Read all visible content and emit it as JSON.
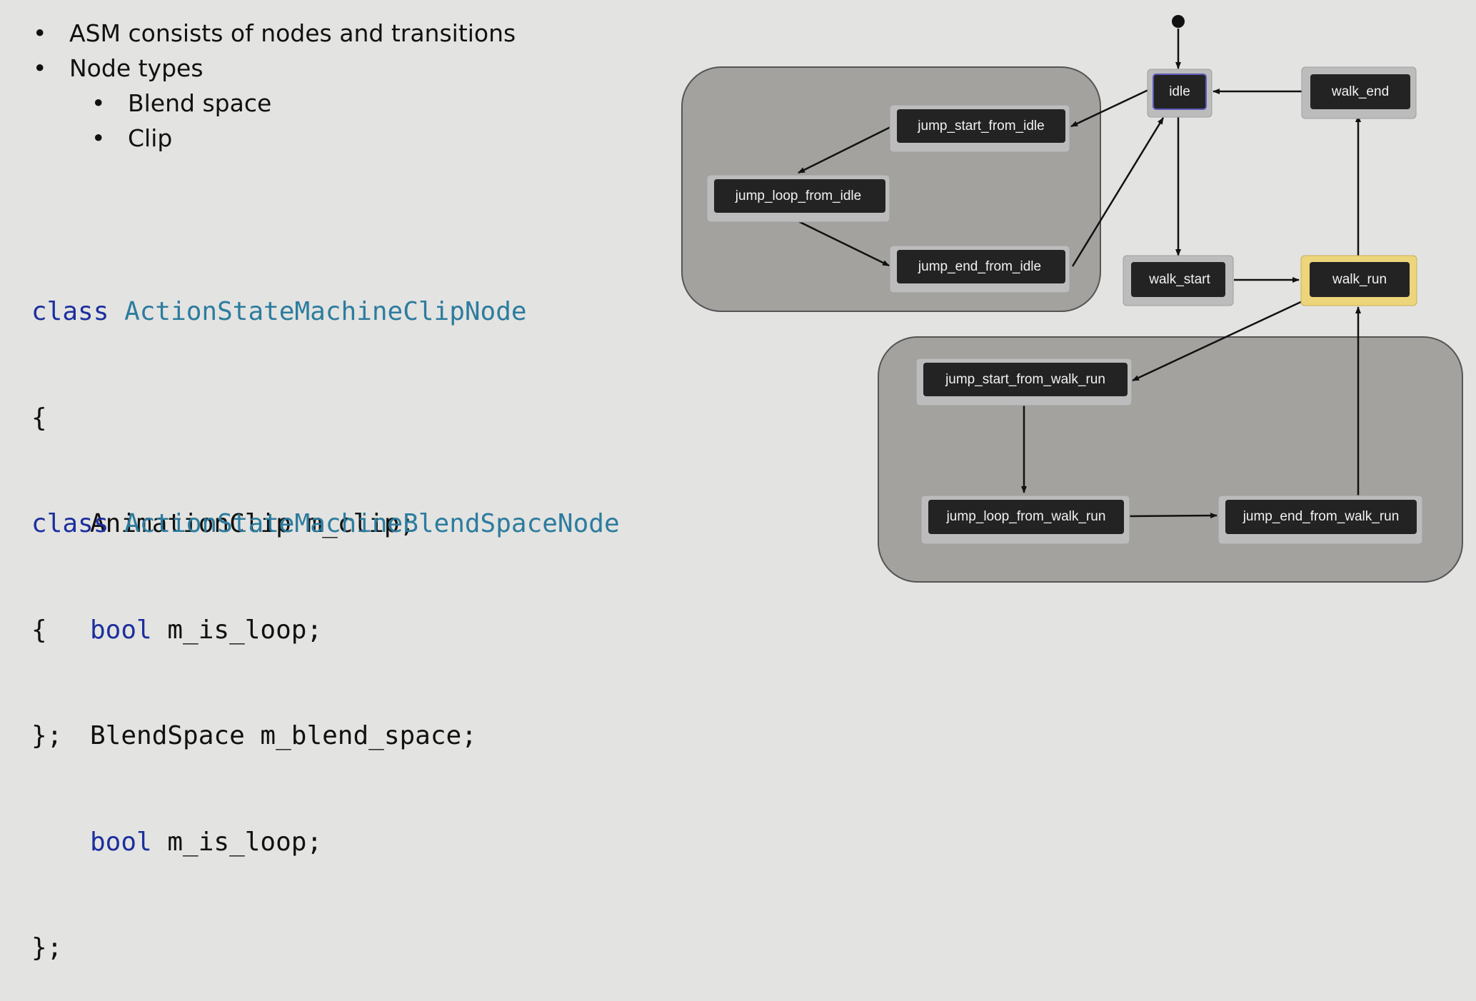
{
  "bullets": {
    "items": [
      {
        "text": "ASM consists of nodes and transitions",
        "level": 1
      },
      {
        "text": "Node types",
        "level": 1
      },
      {
        "text": "Blend space",
        "level": 2
      },
      {
        "text": "Clip",
        "level": 2
      }
    ]
  },
  "code": {
    "clip_node": {
      "keyword": "class",
      "name": "ActionStateMachineClipNode",
      "open": "{",
      "field1_type": "AnimationClip",
      "field1_name": " m_clip;",
      "field2_type": "bool",
      "field2_name": " m_is_loop;",
      "close": "};"
    },
    "blend_node": {
      "keyword": "class",
      "name": "ActionStateMachineBlendSpaceNode",
      "open": "{",
      "field1_type": "BlendSpace",
      "field1_name": " m_blend_space;",
      "field2_type": "bool",
      "field2_name": " m_is_loop;",
      "close": "};"
    }
  },
  "colors": {
    "background": "#e3e3e1",
    "keyword": "#1c2f9e",
    "type_name": "#2c7c9e",
    "node_fill": "#232323",
    "node_frame": "#bcbcbc",
    "group_fill": "#a3a29f",
    "idle_border": "#5c5ab8",
    "walk_run_highlight": "#ecd57a"
  },
  "diagram": {
    "nodes": [
      {
        "id": "idle",
        "label": "idle"
      },
      {
        "id": "walk_end",
        "label": "walk_end"
      },
      {
        "id": "jump_start_from_idle",
        "label": "jump_start_from_idle"
      },
      {
        "id": "jump_loop_from_idle",
        "label": "jump_loop_from_idle"
      },
      {
        "id": "jump_end_from_idle",
        "label": "jump_end_from_idle"
      },
      {
        "id": "walk_start",
        "label": "walk_start"
      },
      {
        "id": "walk_run",
        "label": "walk_run"
      },
      {
        "id": "jump_start_from_walk_run",
        "label": "jump_start_from_walk_run"
      },
      {
        "id": "jump_loop_from_walk_run",
        "label": "jump_loop_from_walk_run"
      },
      {
        "id": "jump_end_from_walk_run",
        "label": "jump_end_from_walk_run"
      }
    ],
    "edges": [
      {
        "from": "entry",
        "to": "idle"
      },
      {
        "from": "walk_end",
        "to": "idle"
      },
      {
        "from": "idle",
        "to": "jump_start_from_idle"
      },
      {
        "from": "jump_start_from_idle",
        "to": "jump_loop_from_idle"
      },
      {
        "from": "jump_loop_from_idle",
        "to": "jump_end_from_idle"
      },
      {
        "from": "jump_end_from_idle",
        "to": "idle"
      },
      {
        "from": "idle",
        "to": "walk_start"
      },
      {
        "from": "walk_start",
        "to": "walk_run"
      },
      {
        "from": "walk_run",
        "to": "walk_end"
      },
      {
        "from": "walk_run",
        "to": "jump_start_from_walk_run"
      },
      {
        "from": "jump_start_from_walk_run",
        "to": "jump_loop_from_walk_run"
      },
      {
        "from": "jump_loop_from_walk_run",
        "to": "jump_end_from_walk_run"
      },
      {
        "from": "jump_end_from_walk_run",
        "to": "walk_run"
      }
    ]
  }
}
